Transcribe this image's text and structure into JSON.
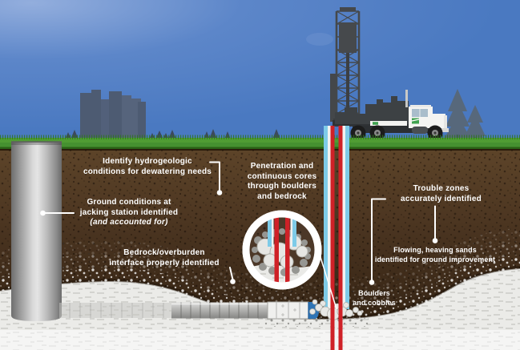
{
  "labels": {
    "dewatering": {
      "line1": "Identify hydrogeologic",
      "line2": "conditions for dewatering needs"
    },
    "jacking": {
      "line1": "Ground conditions at",
      "line2": "jacking station identified",
      "line3": "(and accounted for)"
    },
    "bedrock": {
      "line1": "Bedrock/overburden",
      "line2": "interface properly identified"
    },
    "cores": {
      "line1": "Penetration and",
      "line2": "continuous cores",
      "line3": "through boulders",
      "line4": "and bedrock"
    },
    "trouble": {
      "line1": "Trouble zones",
      "line2": "accurately identified"
    },
    "sands": {
      "line1": "Flowing, heaving sands",
      "line2": "identified for ground improvement"
    },
    "boulders": {
      "line1": "Boulders",
      "line2": "and cobbles"
    }
  },
  "colors": {
    "sky": "#4a79c1",
    "sky_glow": "#8aa6d8",
    "grass": "#459130",
    "soil_top": "#5d4429",
    "soil_bottom": "#30210f",
    "bedrock": "#ebebe8",
    "drill_red": "#cf2127",
    "casing_cyan": "#7ecbe8",
    "machine_blue": "#2f74b5",
    "shaft_gray": "#c9c9c9",
    "truck_white": "#f4f4f2",
    "logo_green": "#3fa14f",
    "label_text": "#ffffff"
  }
}
